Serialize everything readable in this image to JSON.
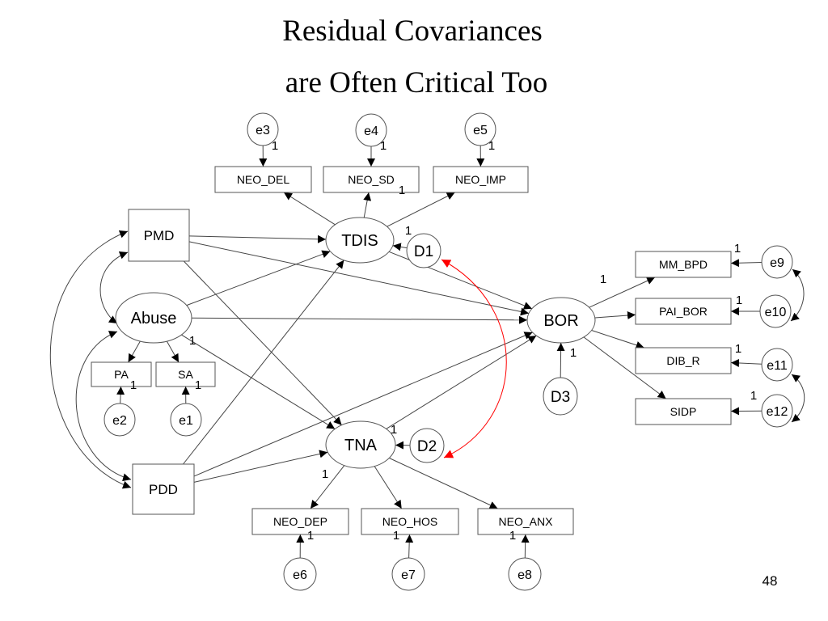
{
  "title": {
    "line1": "Residual Covariances",
    "line2": "are Often Critical Too"
  },
  "page_number": "48",
  "colors": {
    "line": "#444444",
    "highlight_covariance": "#ff0000"
  },
  "nodes": {
    "e3": "e3",
    "e4": "e4",
    "e5": "e5",
    "NEO_DEL": "NEO_DEL",
    "NEO_SD": "NEO_SD",
    "NEO_IMP": "NEO_IMP",
    "PMD": "PMD",
    "TDIS": "TDIS",
    "D1": "D1",
    "Abuse": "Abuse",
    "PA": "PA",
    "SA": "SA",
    "e2": "e2",
    "e1": "e1",
    "PDD": "PDD",
    "TNA": "TNA",
    "D2": "D2",
    "NEO_DEP": "NEO_DEP",
    "NEO_HOS": "NEO_HOS",
    "NEO_ANX": "NEO_ANX",
    "e6": "e6",
    "e7": "e7",
    "e8": "e8",
    "BOR": "BOR",
    "D3": "D3",
    "MM_BPD": "MM_BPD",
    "PAI_BOR": "PAI_BOR",
    "DIB_R": "DIB_R",
    "SIDP": "SIDP",
    "e9": "e9",
    "e10": "e10",
    "e11": "e11",
    "e12": "e12"
  },
  "fixed_coefficient": "1"
}
